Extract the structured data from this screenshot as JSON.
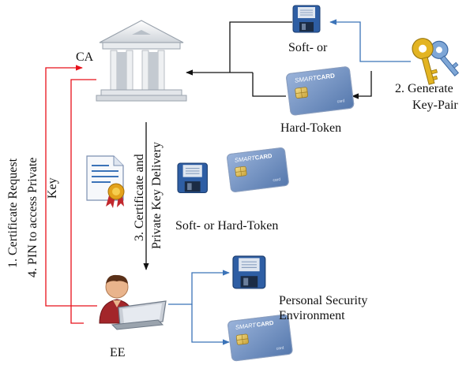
{
  "labels": {
    "ca": "CA",
    "ee": "EE",
    "soft_or": "Soft- or",
    "hard_token": "Hard-Token",
    "generate_line1": "2. Generate",
    "generate_line2": "Key-Pair",
    "delivery_line1": "3. Certificate and",
    "delivery_line2": "Private Key Delivery",
    "soft_or_hard_token": "Soft- or Hard-Token",
    "request_line1": "1. Certificate Request",
    "request_line2": "4. PIN to access Private",
    "request_line3": "Key",
    "pse_line1": "Personal Security",
    "pse_line2": "Environment"
  },
  "smartcard": {
    "text_left": "SMART",
    "text_right": "CARD",
    "small": "card"
  },
  "colors": {
    "red_flow": "#e8101a",
    "blue_flow": "#3b73b8",
    "black_flow": "#111111",
    "card_blue": "#6f8fbf",
    "disk_blue": "#2e5ea4",
    "person_shirt": "#a3262a",
    "key_gold": "#e3b422",
    "key_blue": "#7ea6d6"
  },
  "icons": [
    "bank-icon",
    "floppy-disk-icon",
    "smart-card-icon",
    "key-icon",
    "certificate-icon",
    "user-laptop-icon"
  ]
}
